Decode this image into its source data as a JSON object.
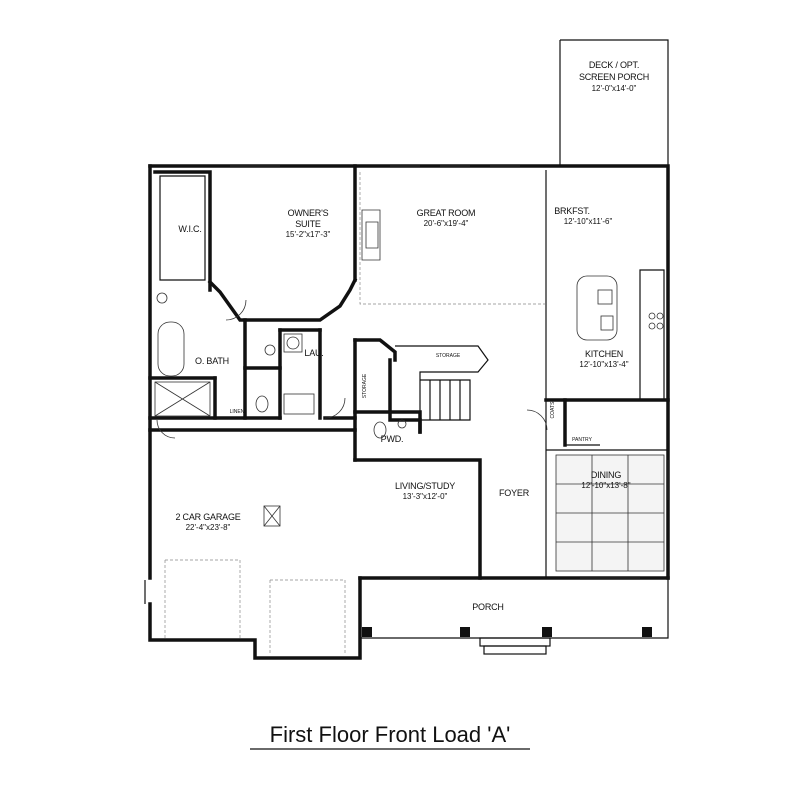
{
  "rooms": {
    "deck": {
      "line1": "DECK / OPT.",
      "line2": "SCREEN PORCH",
      "dims": "12'-0\"x14'-0\""
    },
    "owners_suite": {
      "line1": "OWNER'S",
      "line2": "SUITE",
      "dims": "15'-2\"x17'-3\""
    },
    "great_room": {
      "name": "GREAT ROOM",
      "dims": "20'-6\"x19'-4\""
    },
    "brkfst": {
      "name": "BRKFST.",
      "dims": "12'-10\"x11'-6\""
    },
    "wic": {
      "name": "W.I.C."
    },
    "kitchen": {
      "name": "KITCHEN",
      "dims": "12'-10\"x13'-4\""
    },
    "o_bath": {
      "name": "O. BATH"
    },
    "lau": {
      "name": "LAU."
    },
    "storage_stair": {
      "name": "STORAGE"
    },
    "storage_side": {
      "name": "STORAGE"
    },
    "linen": {
      "name": "LINEN"
    },
    "coats": {
      "name": "COATS"
    },
    "pantry": {
      "name": "PANTRY"
    },
    "pwd": {
      "name": "PWD."
    },
    "dining": {
      "name": "DINING",
      "dims": "12'-10\"x13'-8\""
    },
    "living_study": {
      "name": "LIVING/STUDY",
      "dims": "13'-3\"x12'-0\""
    },
    "foyer": {
      "name": "FOYER"
    },
    "garage": {
      "name": "2 CAR GARAGE",
      "dims": "22'-4\"x23'-8\""
    },
    "porch": {
      "name": "PORCH"
    }
  },
  "caption": "First Floor Front Load 'A'"
}
